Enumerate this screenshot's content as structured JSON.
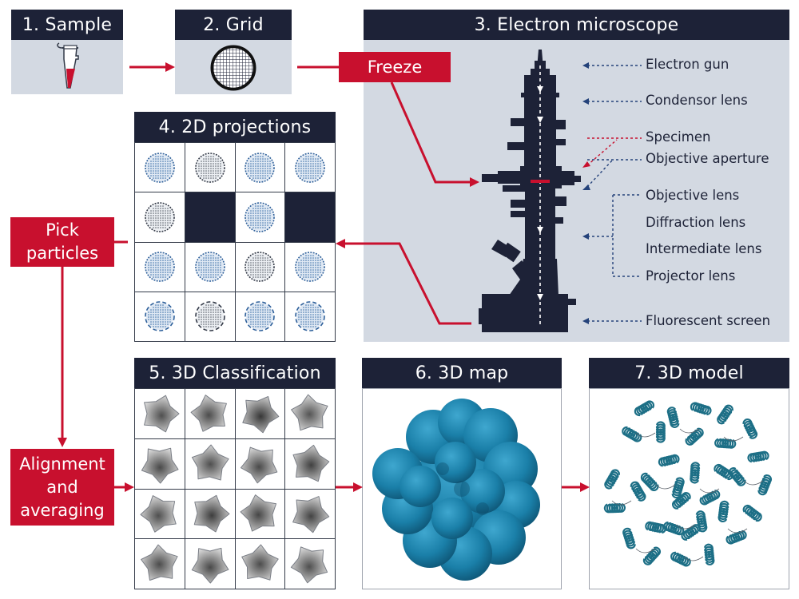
{
  "steps": {
    "sample": "1. Sample",
    "grid": "2. Grid",
    "microscope": "3. Electron microscope",
    "projections": "4. 2D projections",
    "classification": "5. 3D Classification",
    "map": "6. 3D map",
    "model": "7. 3D model"
  },
  "actions": {
    "freeze": "Freeze",
    "pick_line1": "Pick",
    "pick_line2": "particles",
    "align_line1": "Alignment",
    "align_line2": "and",
    "align_line3": "averaging"
  },
  "microscope_labels": {
    "electron_gun": "Electron gun",
    "condensor_lens": "Condensor lens",
    "specimen": "Specimen",
    "objective_aperture": "Objective aperture",
    "objective_lens": "Objective lens",
    "diffraction_lens": "Diffraction lens",
    "intermediate_lens": "Intermediate lens",
    "projector_lens": "Projector lens",
    "fluorescent_screen": "Fluorescent screen"
  },
  "colors": {
    "header": "#1d2237",
    "accent_red": "#c8102e",
    "microscope_bg": "#d3d9e2",
    "map_blue": "#1a7fa8",
    "model_teal": "#1d6f86"
  }
}
